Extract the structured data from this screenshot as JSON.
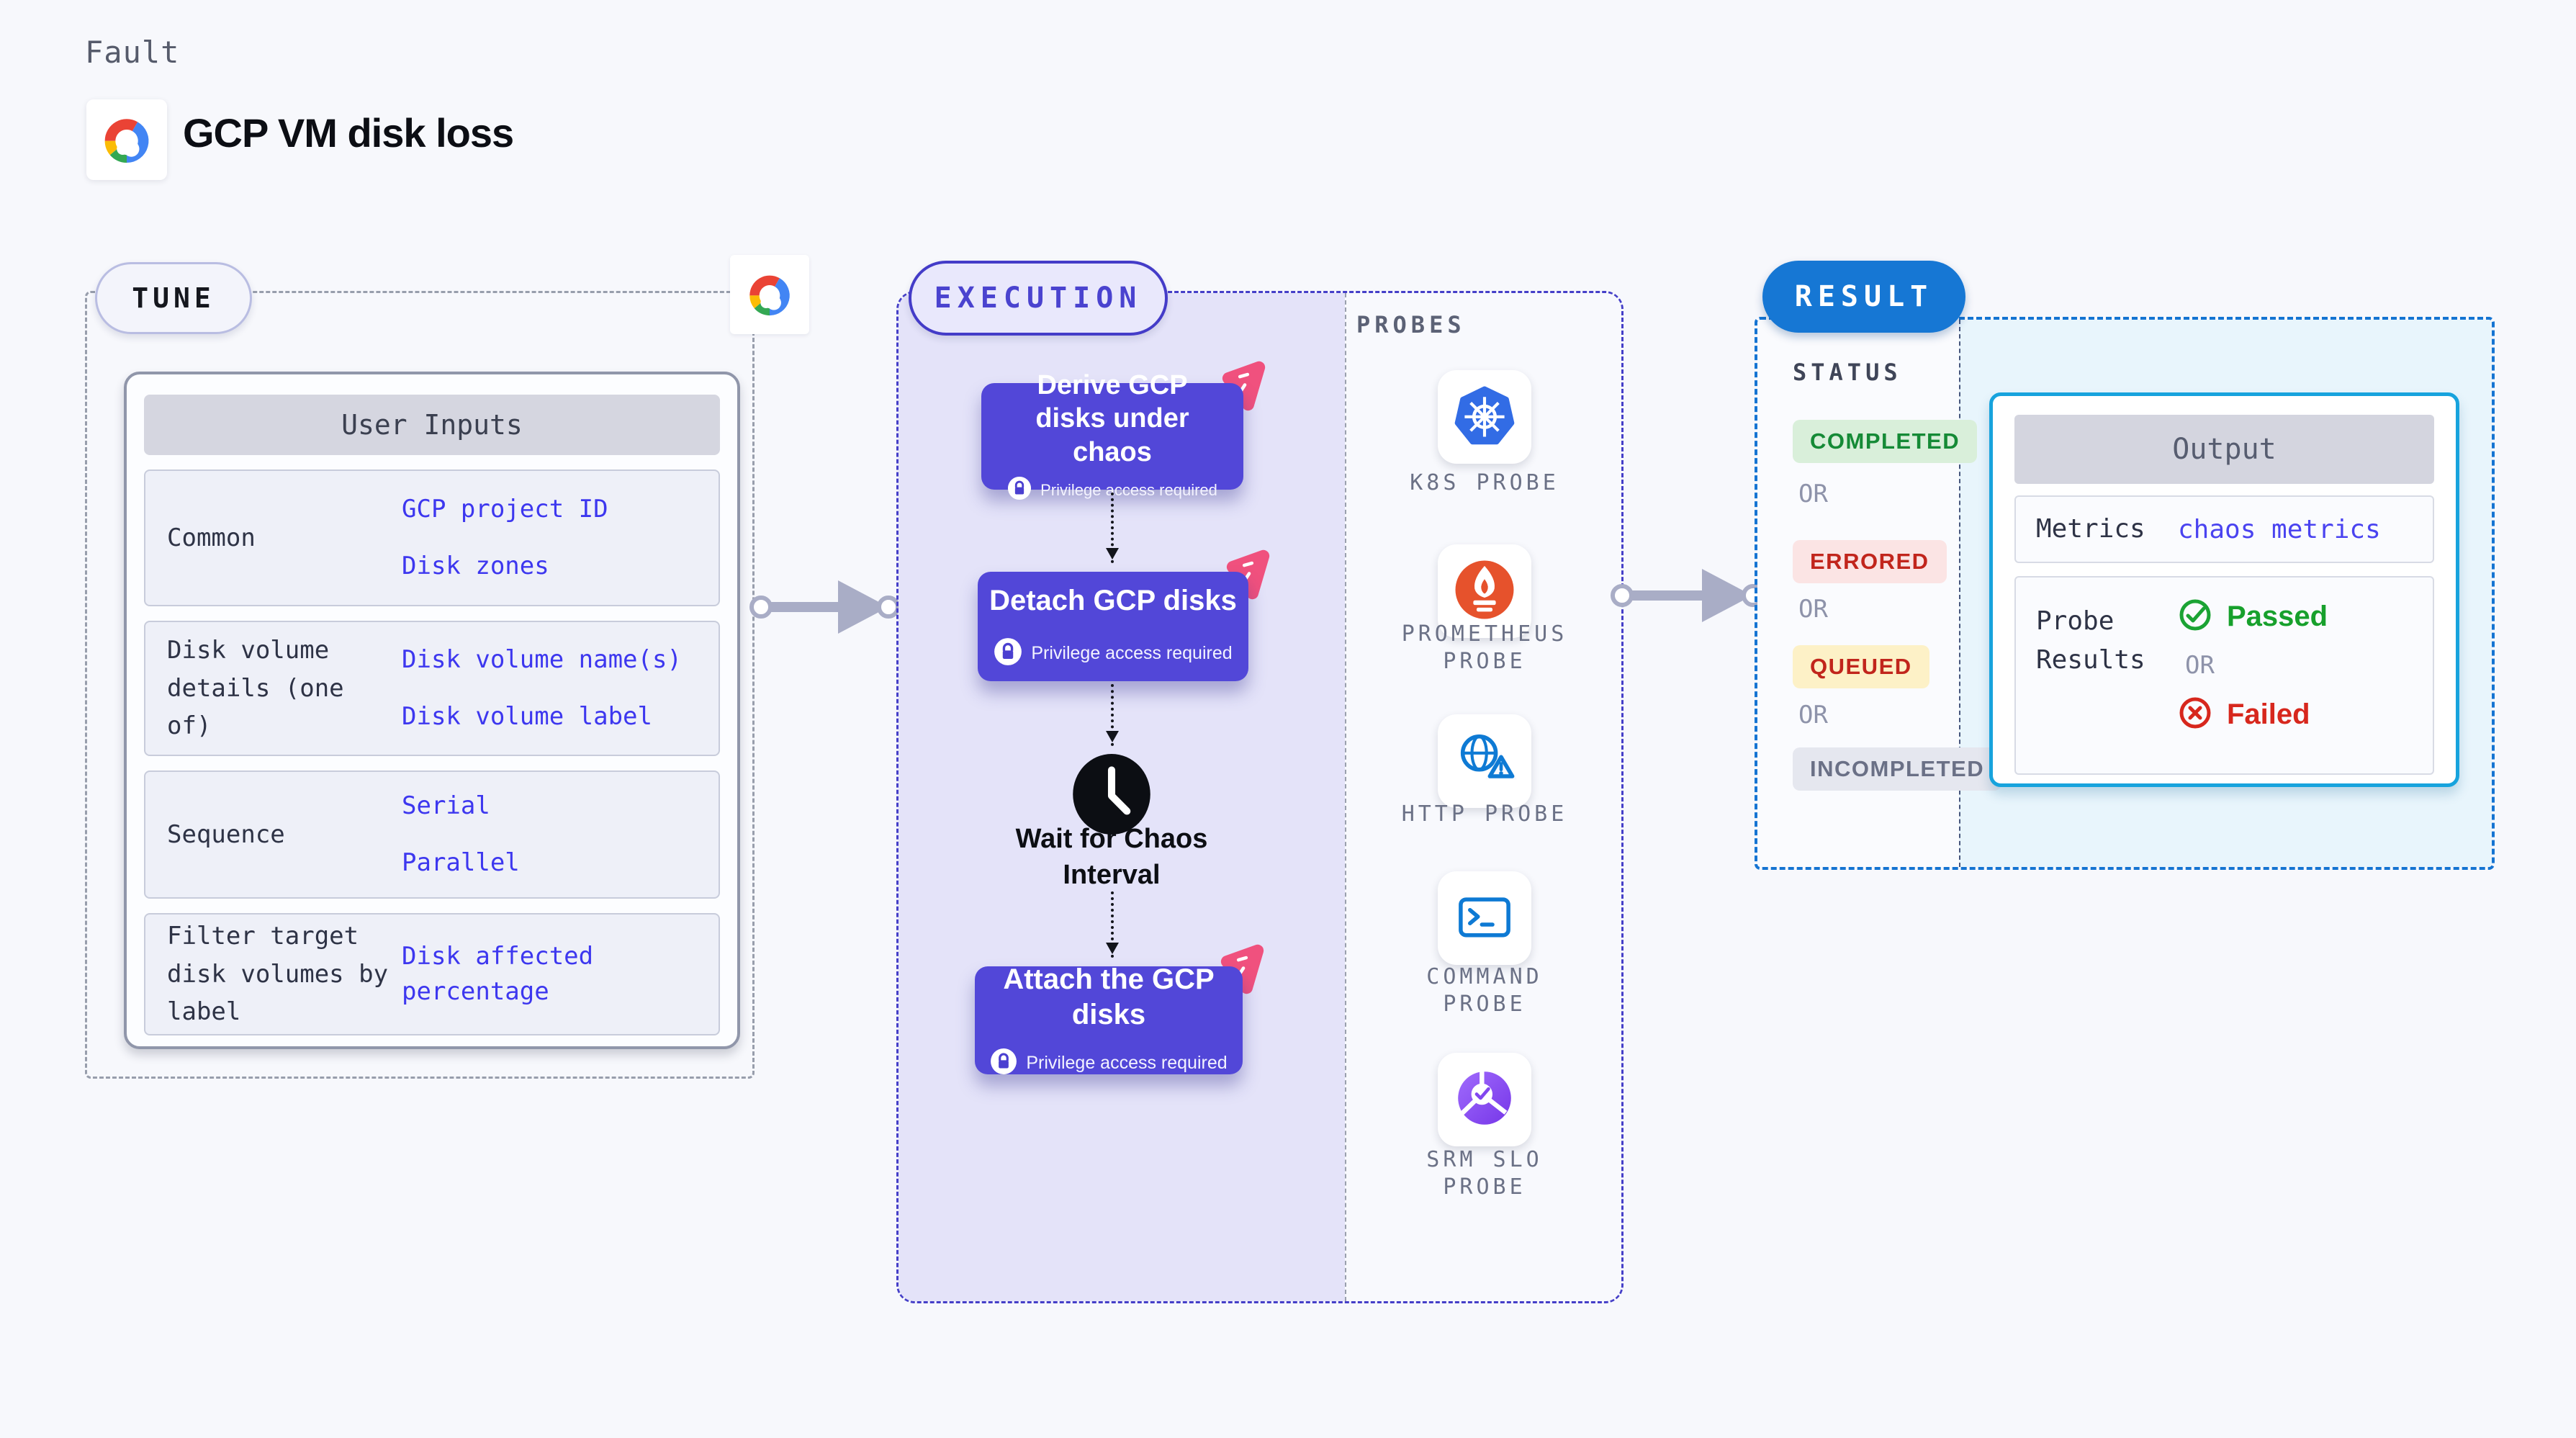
{
  "header": {
    "kicker": "Fault",
    "title": "GCP VM disk loss"
  },
  "tune": {
    "badge": "TUNE",
    "user_inputs": {
      "header": "User Inputs",
      "rows": [
        {
          "label": "Common",
          "values": [
            "GCP project ID",
            "Disk zones"
          ]
        },
        {
          "label": "Disk volume details (one of)",
          "values": [
            "Disk volume name(s)",
            "Disk volume label"
          ]
        },
        {
          "label": "Sequence",
          "values": [
            "Serial",
            "Parallel"
          ]
        },
        {
          "label": "Filter target disk volumes by label",
          "values": [
            "Disk affected percentage"
          ]
        }
      ]
    }
  },
  "execution": {
    "badge": "EXECUTION",
    "privilege_note": "Privilege access required",
    "steps": [
      {
        "title": "Derive GCP disks under chaos"
      },
      {
        "title": "Detach GCP disks"
      },
      {
        "title": "Wait for Chaos Interval"
      },
      {
        "title": "Attach the GCP disks"
      }
    ]
  },
  "probes": {
    "header": "PROBES",
    "items": [
      {
        "label": "K8S PROBE",
        "icon": "kubernetes-icon"
      },
      {
        "label": "PROMETHEUS PROBE",
        "icon": "prometheus-icon"
      },
      {
        "label": "HTTP PROBE",
        "icon": "http-globe-icon"
      },
      {
        "label": "COMMAND PROBE",
        "icon": "terminal-icon"
      },
      {
        "label": "SRM SLO PROBE",
        "icon": "slo-gauge-icon"
      }
    ]
  },
  "result": {
    "badge": "RESULT",
    "status": {
      "header": "STATUS",
      "items": [
        "COMPLETED",
        "ERRORED",
        "QUEUED",
        "INCOMPLETED"
      ],
      "separator": "OR"
    },
    "output": {
      "header": "Output",
      "metrics_label": "Metrics",
      "metrics_value": "chaos metrics",
      "probe_results_label": "Probe Results",
      "passed": "Passed",
      "separator": "OR",
      "failed": "Failed"
    }
  },
  "colors": {
    "page_bg": "#f7f8fc",
    "node_indigo": "#5247d8",
    "execution_panel": "#e4e3f9",
    "execution_border": "#453fc8",
    "result_blue": "#1677d4",
    "output_border": "#17a3dd",
    "link_blue": "#3d37ef",
    "success_green": "#158a36",
    "error_red": "#c1251c",
    "queued_yellow_bg": "#fdf1c7",
    "litmus_pink": "#f0517e",
    "arrow_gray": "#a9adc6"
  }
}
